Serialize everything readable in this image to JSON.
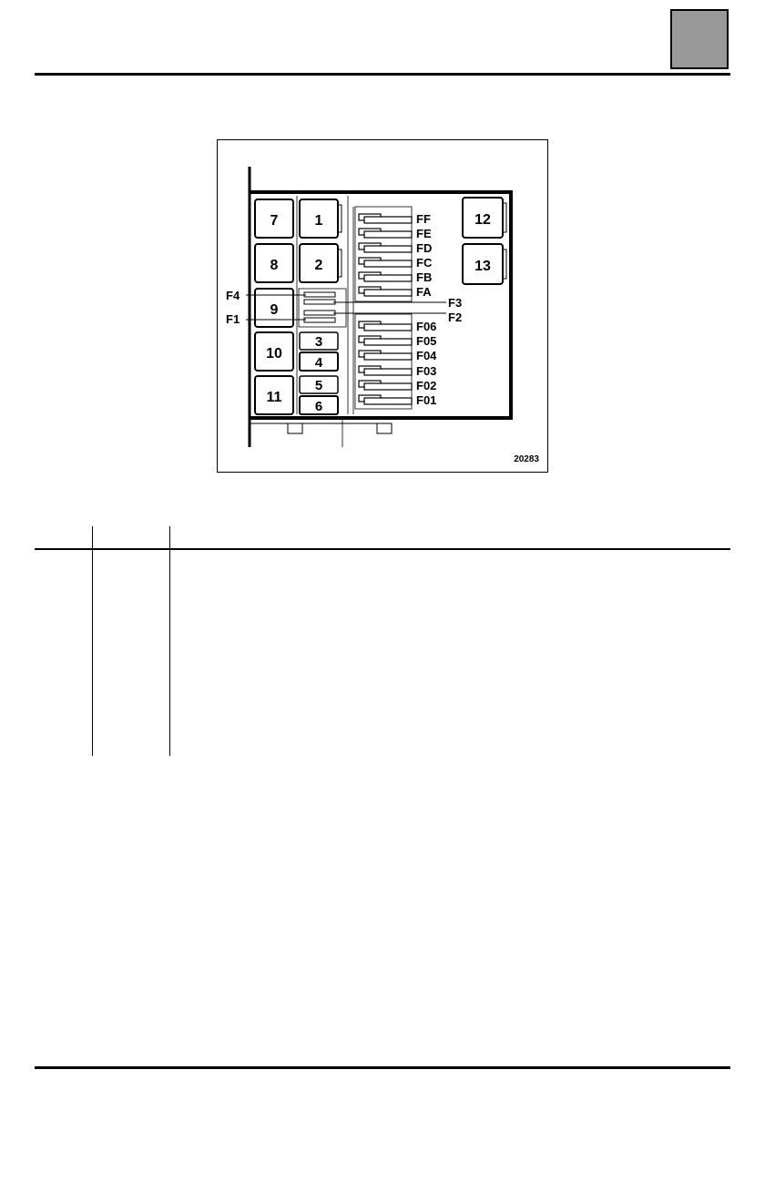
{
  "figure": {
    "reference": "20283",
    "relays": [
      {
        "id": "7"
      },
      {
        "id": "1"
      },
      {
        "id": "8"
      },
      {
        "id": "2"
      },
      {
        "id": "9"
      },
      {
        "id": "10"
      },
      {
        "id": "3"
      },
      {
        "id": "4"
      },
      {
        "id": "11"
      },
      {
        "id": "5"
      },
      {
        "id": "6"
      },
      {
        "id": "12"
      },
      {
        "id": "13"
      }
    ],
    "fuses_upper": [
      "FF",
      "FE",
      "FD",
      "FC",
      "FB",
      "FA"
    ],
    "fuses_lower": [
      "F06",
      "F05",
      "F04",
      "F03",
      "F02",
      "F01"
    ],
    "fuses_middle_left": [
      "F4",
      "F1"
    ],
    "fuses_middle_right": [
      "F3",
      "F2"
    ]
  }
}
